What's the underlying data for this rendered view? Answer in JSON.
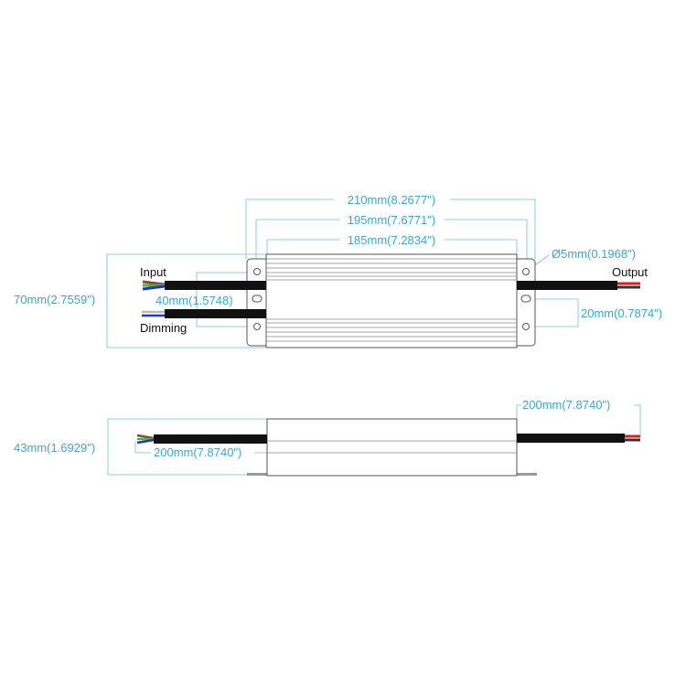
{
  "top_view": {
    "dim_overall": "210mm(8.2677\")",
    "dim_holes": "195mm(7.6771\")",
    "dim_body": "185mm(7.2834\")",
    "dim_height": "70mm(2.7559\")",
    "dim_hole_diameter": "Ø5mm(0.1968\")",
    "dim_left_hole_spacing": "40mm(1.5748)",
    "dim_right_hole_spacing": "20mm(0.7874\")",
    "label_input": "Input",
    "label_dimming": "Dimming",
    "label_output": "Output"
  },
  "side_view": {
    "dim_height": "43mm(1.6929\")",
    "dim_input_cable": "200mm(7.8740\")",
    "dim_output_cable": "200mm(7.8740\")"
  },
  "colors": {
    "dimension": "#3aa6c8",
    "cable": "#111111",
    "wire_brown": "#8b4a2b",
    "wire_green": "#4caf50",
    "wire_blue": "#2233cc",
    "wire_red": "#d32020"
  }
}
